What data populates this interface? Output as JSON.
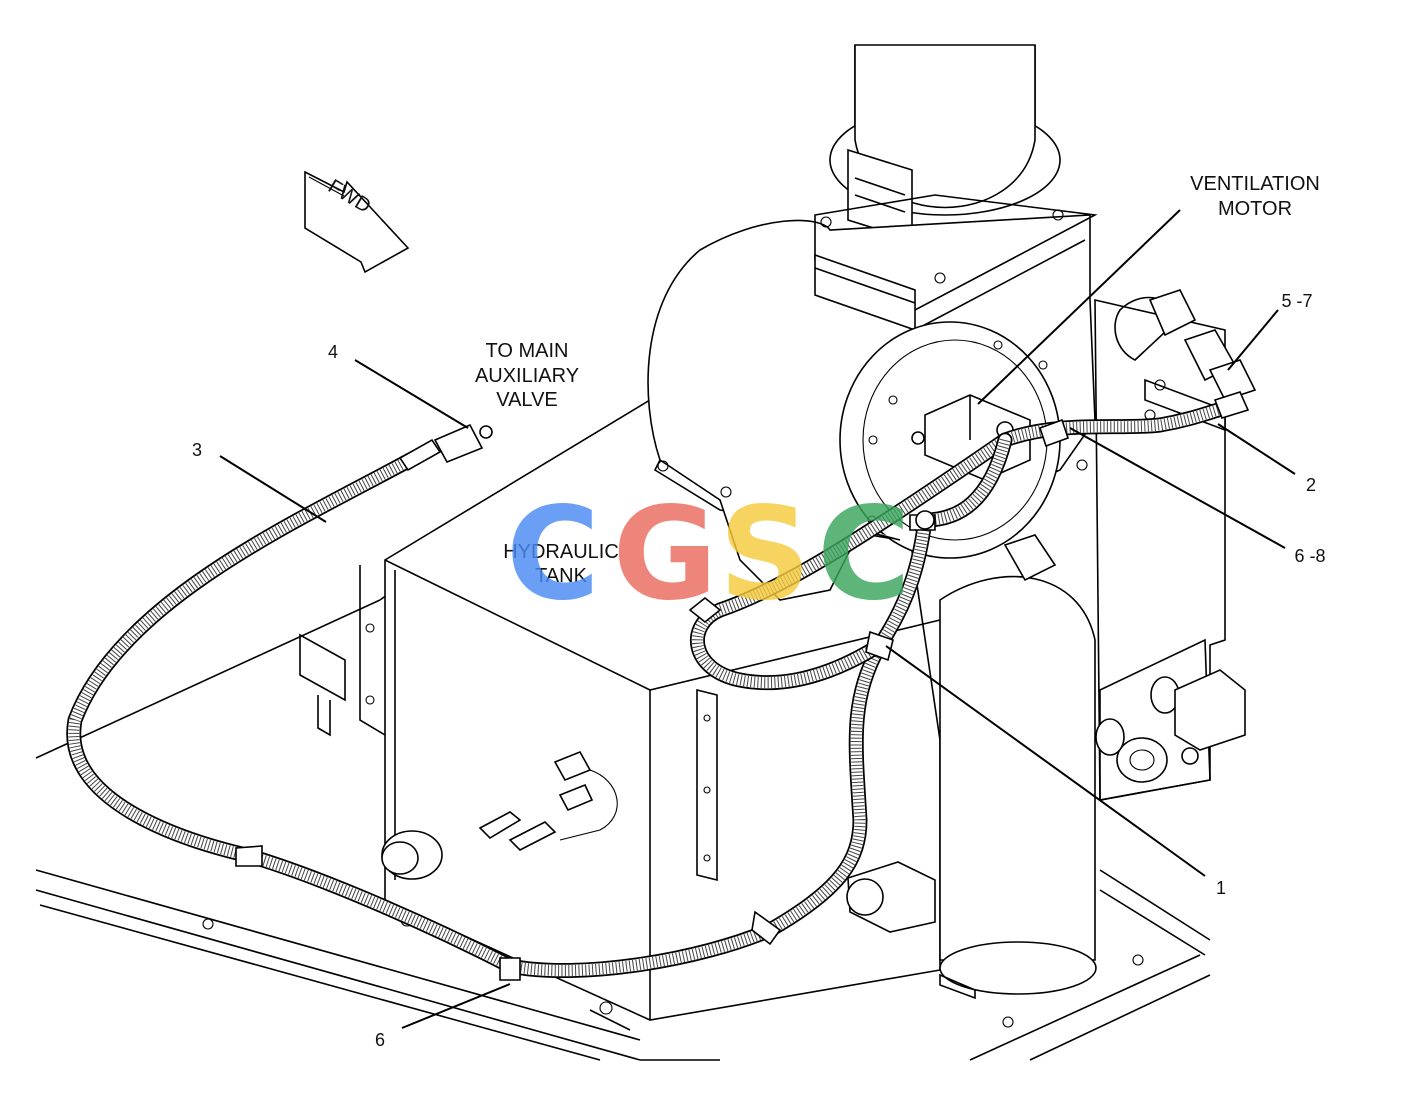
{
  "labels": {
    "fwd": "FWD",
    "ventilation_motor_line1": "VENTILATION",
    "ventilation_motor_line2": "MOTOR",
    "to_main_line1": "TO MAIN",
    "to_main_line2": "AUXILIARY",
    "to_main_line3": "VALVE",
    "hydraulic_tank_line1": "HYDRAULIC",
    "hydraulic_tank_line2": "TANK"
  },
  "callouts": {
    "c1": "1",
    "c2": "2",
    "c3": "3",
    "c4": "4",
    "c5_7": "5 -7",
    "c6": "6",
    "c6_8": "6 -8"
  },
  "watermark": {
    "letters": [
      "C",
      "G",
      "S",
      "C"
    ],
    "colors": [
      "#4a8af4",
      "#ea6b5f",
      "#f6cb3d",
      "#3aa55e"
    ]
  },
  "colors": {
    "line": "#000000",
    "background": "#ffffff"
  }
}
